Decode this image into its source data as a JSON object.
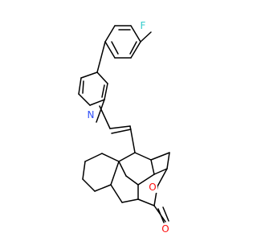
{
  "molecule": {
    "atoms": [
      {
        "id": "F",
        "label": "F",
        "color": "#33cccc"
      },
      {
        "id": "N",
        "label": "N",
        "color": "#3050f8"
      },
      {
        "id": "O_ring",
        "label": "O",
        "color": "#ff0d0d"
      },
      {
        "id": "O_carbonyl",
        "label": "O",
        "color": "#ff0d0d"
      }
    ]
  }
}
